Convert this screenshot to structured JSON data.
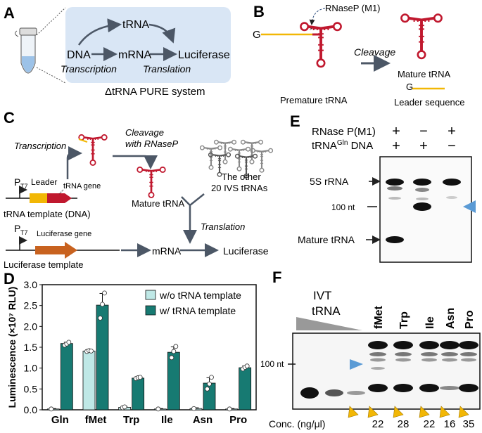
{
  "panels": {
    "A": {
      "letter": "A",
      "dna": "DNA",
      "trna": "tRNA",
      "mrna": "mRNA",
      "luciferase": "Luciferase",
      "transcription": "Transcription",
      "translation": "Translation",
      "system": "ΔtRNA PURE system"
    },
    "B": {
      "letter": "B",
      "rnasep": "RNaseP (M1)",
      "g": "G",
      "cleavage": "Cleavage",
      "mature": "Mature tRNA",
      "premature": "Premature tRNA",
      "g2": "G",
      "leader": "Leader sequence"
    },
    "C": {
      "letter": "C",
      "transcription": "Transcription",
      "cleavage1": "Cleavage",
      "cleavage2": "with RNaseP",
      "p1": "P",
      "p1sub": "T7",
      "leader": "Leader",
      "trnagene": "tRNA gene",
      "template": "tRNA template (DNA)",
      "mature": "Mature tRNA",
      "other1": "The other",
      "other2": "20 IVS tRNAs",
      "translation": "Translation",
      "p2": "P",
      "p2sub": "T7",
      "lucgene": "Luciferase gene",
      "luctemplate": "Luciferase template",
      "mrna": "mRNA",
      "luciferase": "Luciferase"
    },
    "E": {
      "letter": "E",
      "rnase_label": "RNase P(M1)",
      "trna_label_a": "tRNA",
      "trna_label_sup": "Gln",
      "trna_label_b": " DNA",
      "row1": [
        "+",
        "−",
        "+"
      ],
      "row2": [
        "+",
        "+",
        "−"
      ],
      "s5": "5S rRNA",
      "nt100": "100 nt",
      "mature": "Mature tRNA"
    },
    "F": {
      "letter": "F",
      "ivt1": "IVT",
      "ivt2": "tRNA",
      "lanes": [
        "fMet",
        "Trp",
        "Ile",
        "Asn",
        "Pro"
      ],
      "nt100": "100 nt",
      "conc_label": "Conc. (ng/μl)",
      "conc": [
        "22",
        "28",
        "22",
        "16",
        "35"
      ]
    }
  },
  "colors": {
    "panelA_bg": "#d9e6f5",
    "teal": "#177a72",
    "light_teal": "#bfe8e6",
    "trna_red": "#c0182e",
    "leader_yellow": "#f2b705",
    "arrow_gray": "#4c5766",
    "blue_marker": "#5b9bd5",
    "luciferase_orange": "#c8621f"
  },
  "chart_data": {
    "type": "bar",
    "panel": "D",
    "title": "",
    "xlabel": "",
    "ylabel": "Luminescence (×10⁷ RLU)",
    "ylim": [
      0,
      3.0
    ],
    "yticks": [
      "0.0",
      "0.5",
      "1.0",
      "1.5",
      "2.0",
      "2.5",
      "3.0"
    ],
    "categories": [
      "Gln",
      "fMet",
      "Trp",
      "Ile",
      "Asn",
      "Pro"
    ],
    "legend_position": "top-right",
    "series": [
      {
        "name": "w/o tRNA template",
        "color": "#bfe8e6",
        "values": [
          0.02,
          1.41,
          0.06,
          0.02,
          0.03,
          0.02
        ],
        "errors": [
          0.01,
          0.02,
          0.02,
          0.01,
          0.02,
          0.01
        ],
        "points": [
          [
            0.02
          ],
          [
            1.4,
            1.42,
            1.41
          ],
          [
            0.05,
            0.07
          ],
          [
            0.02
          ],
          [
            0.03
          ],
          [
            0.02
          ]
        ]
      },
      {
        "name": "w/ tRNA template",
        "color": "#177a72",
        "values": [
          1.59,
          2.51,
          0.76,
          1.38,
          0.64,
          1.01
        ],
        "errors": [
          0.03,
          0.28,
          0.02,
          0.13,
          0.13,
          0.04
        ],
        "points": [
          [
            1.55,
            1.58,
            1.62
          ],
          [
            2.2,
            2.53,
            2.8
          ],
          [
            0.75,
            0.77,
            0.78
          ],
          [
            1.25,
            1.4,
            1.52
          ],
          [
            0.5,
            0.62,
            0.78
          ],
          [
            0.98,
            1.02,
            1.05
          ]
        ]
      }
    ]
  }
}
